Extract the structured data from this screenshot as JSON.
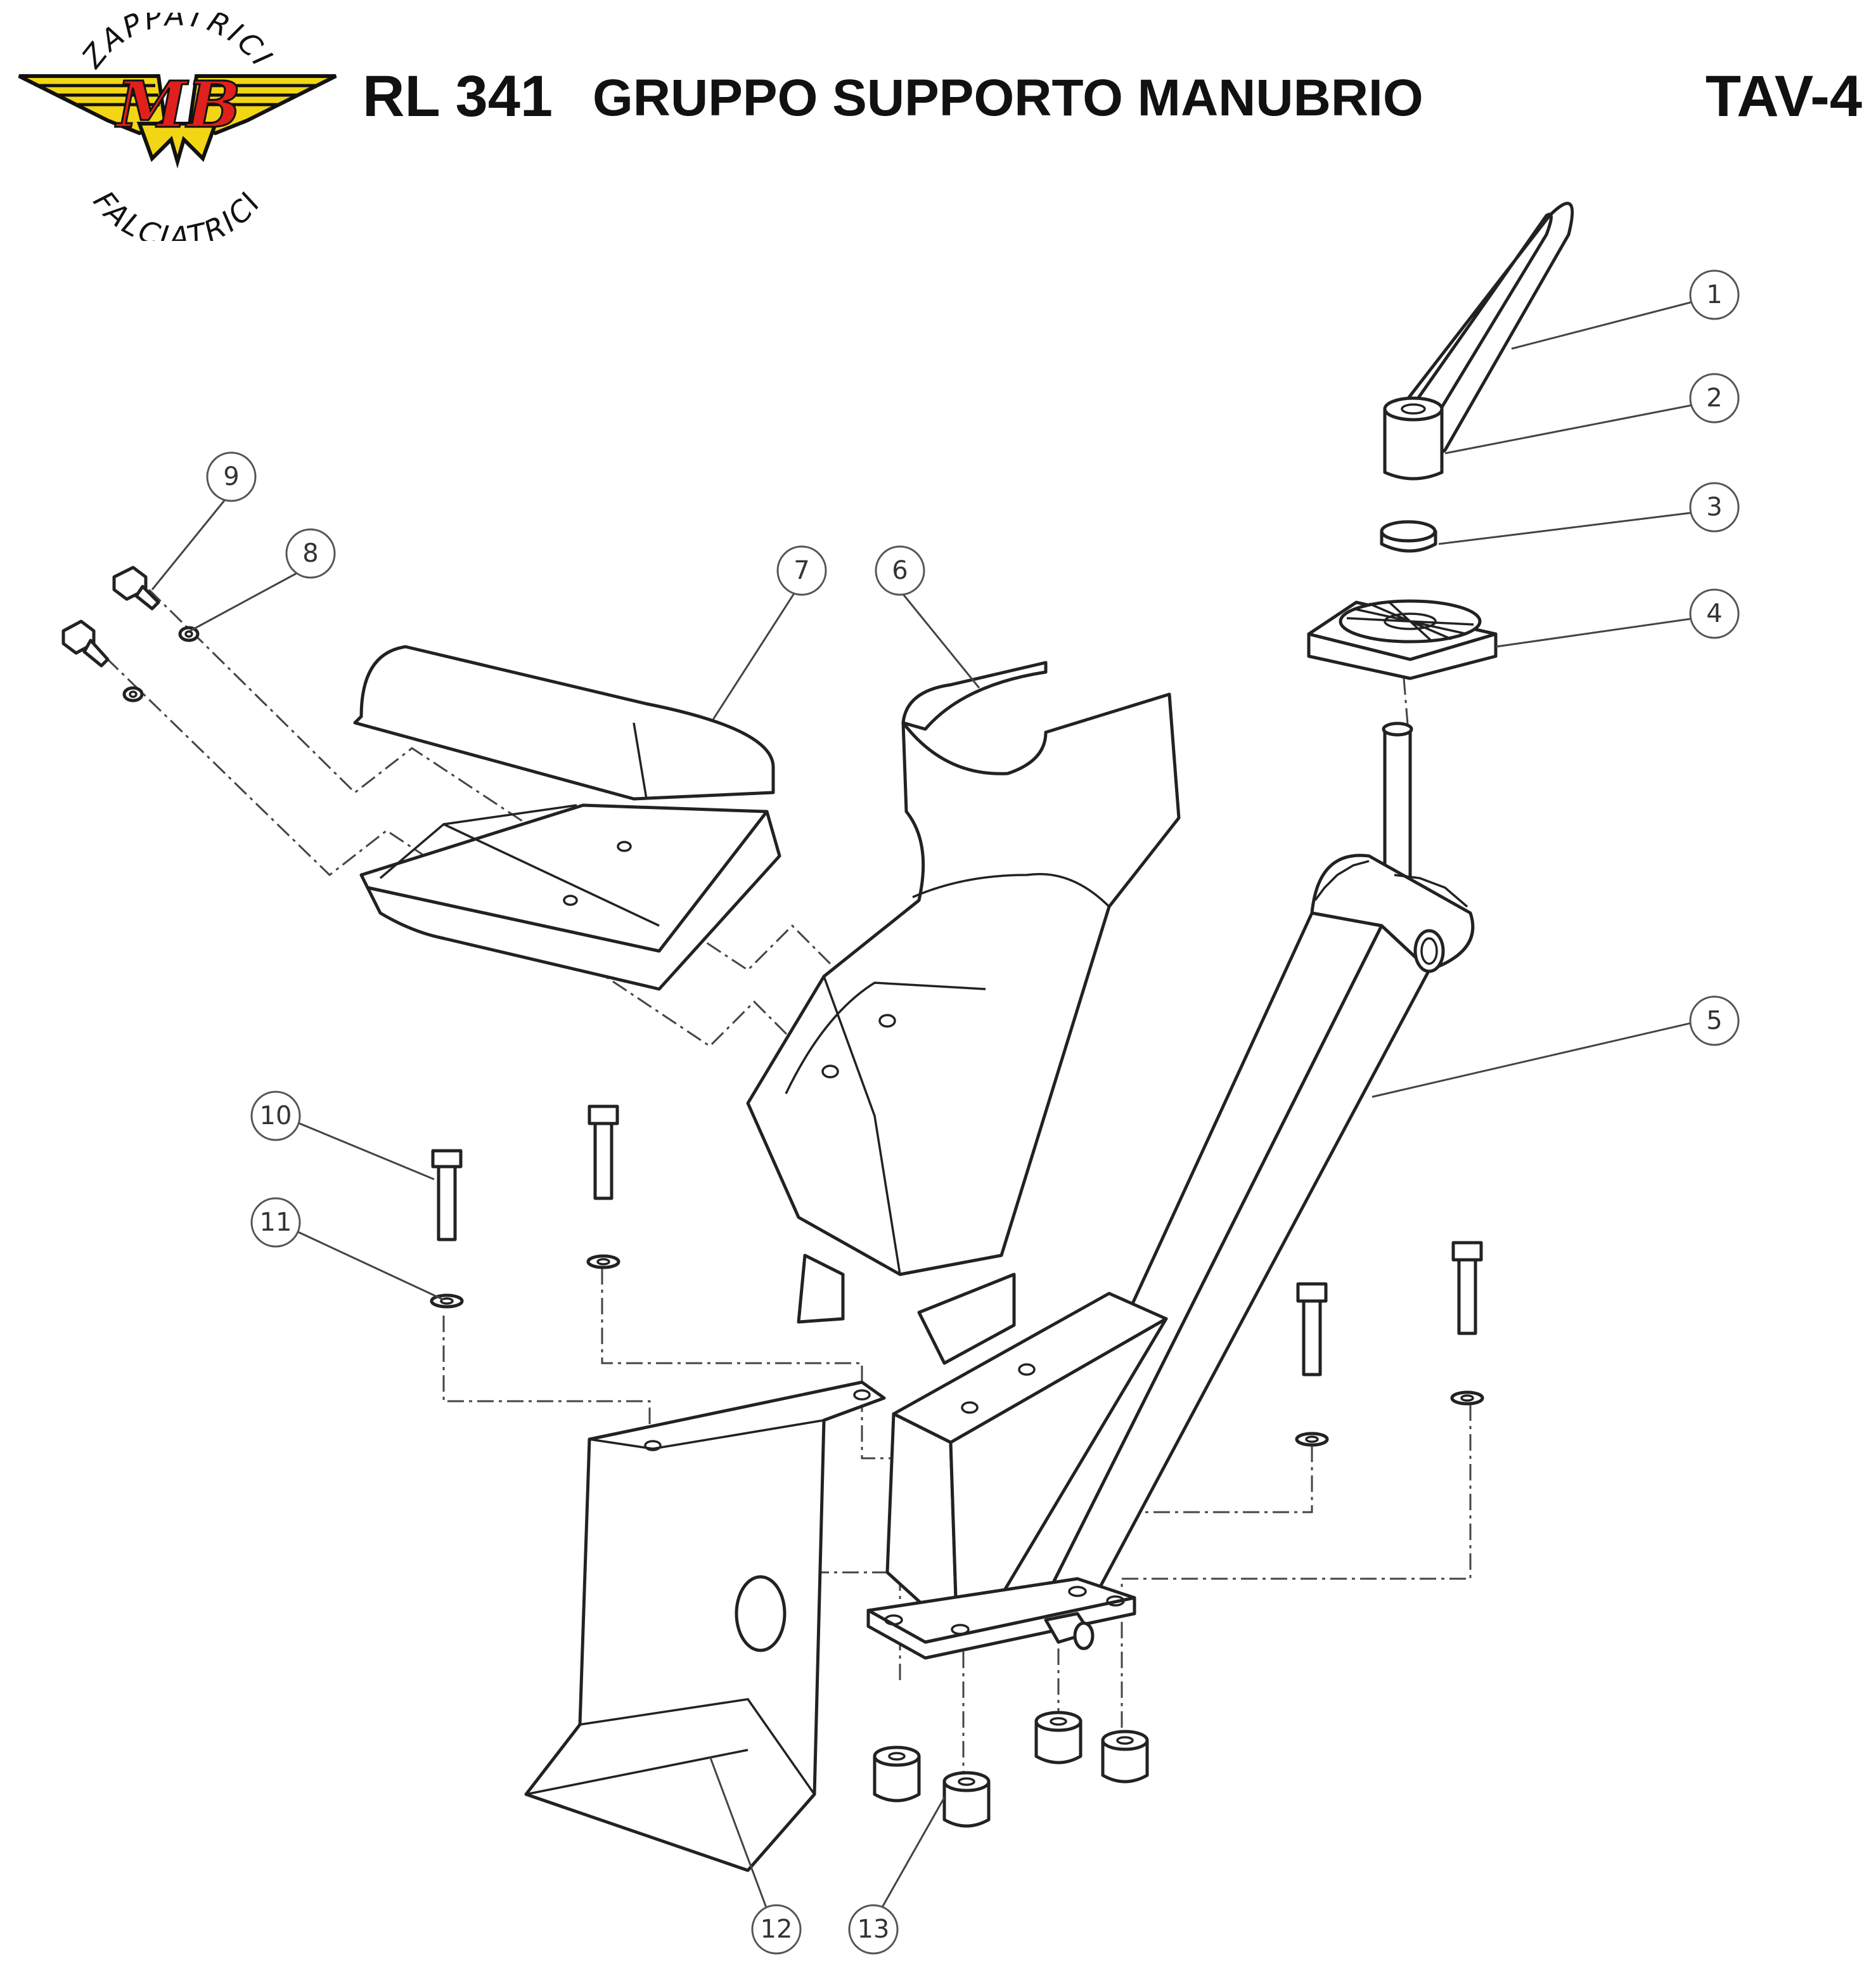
{
  "header": {
    "model": "RL 341",
    "group": "GRUPPO SUPPORTO MANUBRIO",
    "table": "TAV-4"
  },
  "logo": {
    "top_text": "ZAPPATRICI",
    "center_text": "MB",
    "bottom_text": "FALCIATRICI",
    "colors": {
      "wings": "#f2d616",
      "letters": "#e0201c",
      "outline": "#111111"
    }
  },
  "callouts": [
    "1",
    "2",
    "3",
    "4",
    "5",
    "6",
    "7",
    "8",
    "9",
    "10",
    "11",
    "12",
    "13"
  ]
}
